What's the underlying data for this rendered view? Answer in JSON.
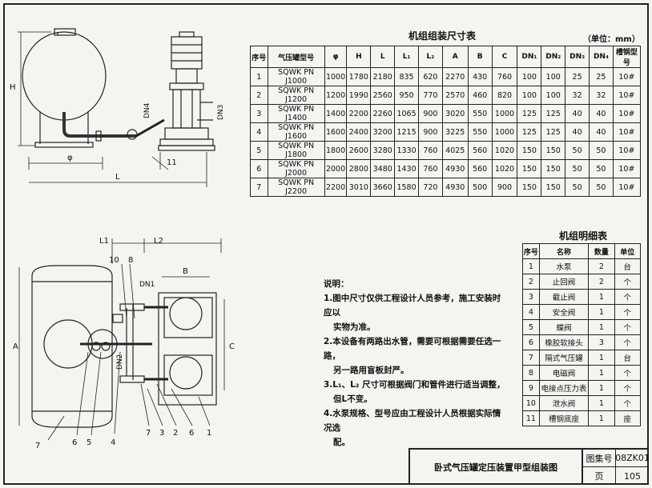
{
  "size_table": {
    "title": "机组组装尺寸表",
    "unit": "（单位：mm）",
    "headers": [
      "序号",
      "气压罐型号",
      "φ",
      "H",
      "L",
      "L₁",
      "L₂",
      "A",
      "B",
      "C",
      "DN₁",
      "DN₂",
      "DN₃",
      "DN₄",
      "槽钢型号"
    ],
    "rows": [
      [
        "1",
        "SQWK PN J1000",
        "1000",
        "1780",
        "2180",
        "835",
        "620",
        "2270",
        "430",
        "760",
        "100",
        "100",
        "25",
        "25",
        "10#"
      ],
      [
        "2",
        "SQWK PN J1200",
        "1200",
        "1990",
        "2560",
        "950",
        "770",
        "2570",
        "460",
        "820",
        "100",
        "100",
        "32",
        "32",
        "10#"
      ],
      [
        "3",
        "SQWK PN J1400",
        "1400",
        "2200",
        "2260",
        "1065",
        "900",
        "3020",
        "550",
        "1000",
        "125",
        "125",
        "40",
        "40",
        "10#"
      ],
      [
        "4",
        "SQWK PN J1600",
        "1600",
        "2400",
        "3200",
        "1215",
        "900",
        "3225",
        "550",
        "1000",
        "125",
        "125",
        "40",
        "40",
        "10#"
      ],
      [
        "5",
        "SQWK PN J1800",
        "1800",
        "2600",
        "3280",
        "1330",
        "760",
        "4025",
        "560",
        "1020",
        "150",
        "150",
        "50",
        "50",
        "10#"
      ],
      [
        "6",
        "SQWK PN J2000",
        "2000",
        "2800",
        "3480",
        "1430",
        "760",
        "4930",
        "560",
        "1020",
        "150",
        "150",
        "50",
        "50",
        "10#"
      ],
      [
        "7",
        "SQWK PN J2200",
        "2200",
        "3010",
        "3660",
        "1580",
        "720",
        "4930",
        "500",
        "900",
        "150",
        "150",
        "50",
        "50",
        "10#"
      ]
    ]
  },
  "parts_table": {
    "title": "机组明细表",
    "headers": [
      "序号",
      "名称",
      "数量",
      "单位"
    ],
    "rows": [
      [
        "1",
        "水泵",
        "2",
        "台"
      ],
      [
        "2",
        "止回阀",
        "2",
        "个"
      ],
      [
        "3",
        "截止阀",
        "1",
        "个"
      ],
      [
        "4",
        "安全阀",
        "1",
        "个"
      ],
      [
        "5",
        "蝶阀",
        "1",
        "个"
      ],
      [
        "6",
        "橡胶软接头",
        "3",
        "个"
      ],
      [
        "7",
        "隔式气压罐",
        "1",
        "台"
      ],
      [
        "8",
        "电磁阀",
        "1",
        "个"
      ],
      [
        "9",
        "电接点压力表",
        "1",
        "个"
      ],
      [
        "10",
        "泄水阀",
        "1",
        "个"
      ],
      [
        "11",
        "槽钢底座",
        "1",
        "座"
      ]
    ]
  },
  "notes": {
    "heading": "说明：",
    "items": [
      "1.图中尺寸仅供工程设计人员参考，施工安装时应以",
      "实物为准。",
      "2.本设备有两路出水管，需要可根据需要任选一路，",
      "另一路用盲板封严。",
      "3.L₁、L₂ 尺寸可根据阀门和管件进行适当调整，",
      "但L不变。",
      "4.水泵规格、型号应由工程设计人员根据实际情况选",
      "配。"
    ]
  },
  "title_block": {
    "drawing_title": "卧式气压罐定压装置甲型组装图",
    "atlas_label": "图集号",
    "atlas_no": "08ZK01",
    "page_label": "页",
    "page_no": "105"
  },
  "elevation_labels": {
    "H": "H",
    "phi": "φ",
    "L": "L",
    "DN4": "DN4",
    "DN3": "DN3",
    "item": "11"
  },
  "plan_labels": {
    "L1": "L1",
    "L2": "L2",
    "B": "B",
    "A": "A",
    "C": "C",
    "DN1": "DN1",
    "DN2": "DN2",
    "top_items": [
      "10",
      "8"
    ],
    "bottom_items": [
      "7",
      "6",
      "5",
      "4",
      "7",
      "3",
      "2",
      "6",
      "1"
    ]
  }
}
